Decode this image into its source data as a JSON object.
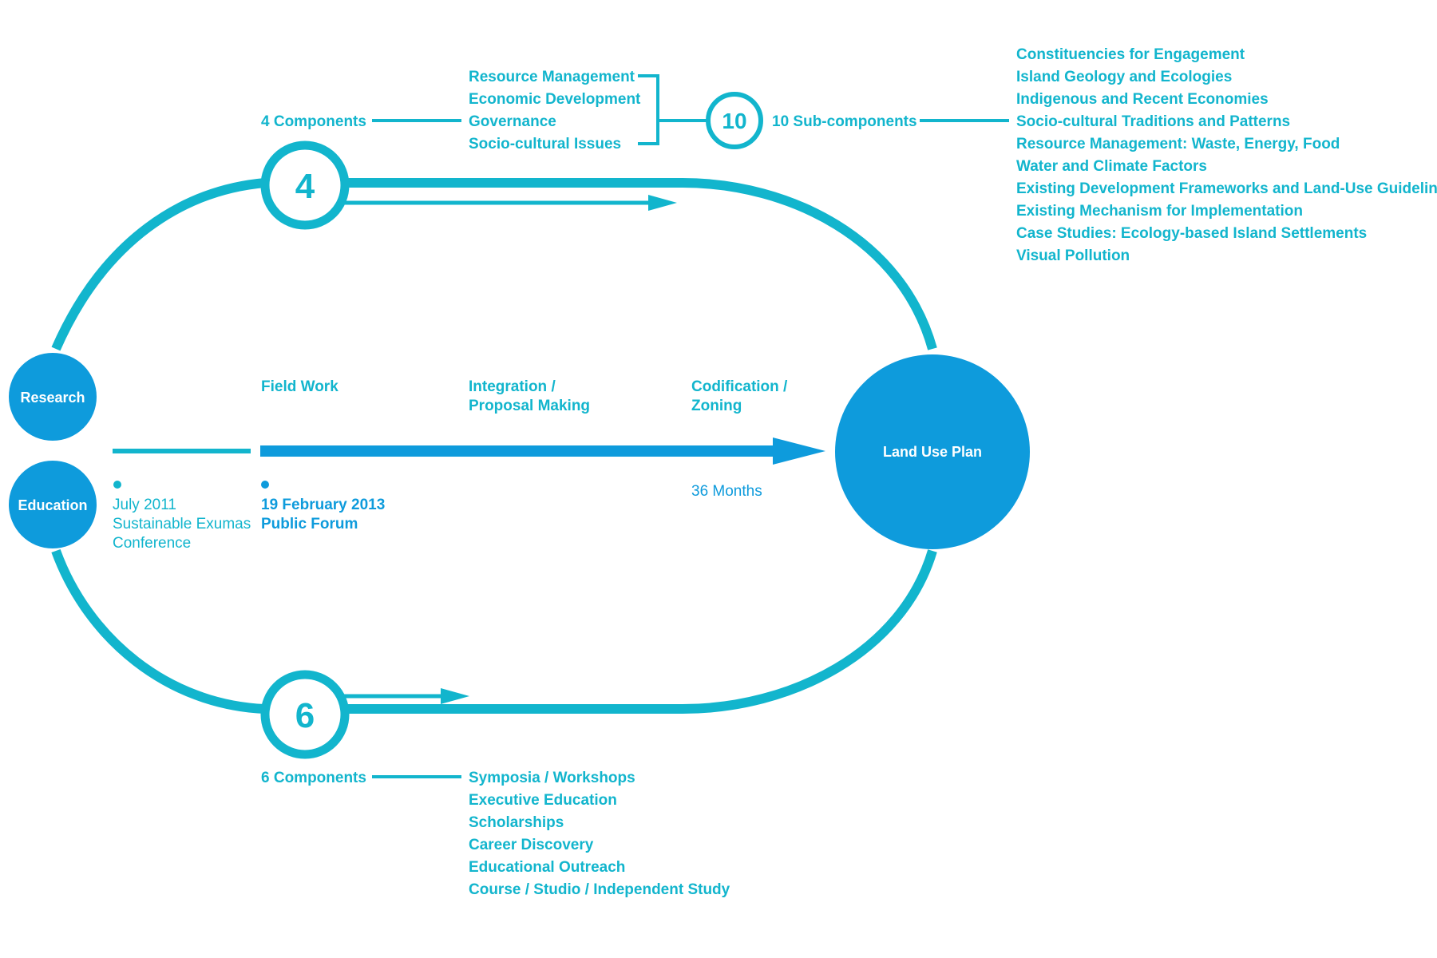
{
  "colors": {
    "cyan": "#12b5cd",
    "blue": "#0e9bdc",
    "white": "#ffffff"
  },
  "nodes": {
    "research": "Research",
    "education": "Education",
    "land_use_plan": "Land Use Plan"
  },
  "research_track": {
    "count": "4",
    "components_label": "4 Components",
    "components": [
      "Resource Management",
      "Economic Development",
      "Governance",
      "Socio-cultural Issues"
    ],
    "sub_count": "10",
    "sub_label": "10 Sub-components",
    "sub_components": [
      "Constituencies for Engagement",
      "Island Geology and Ecologies",
      "Indigenous and Recent Economies",
      "Socio-cultural Traditions and Patterns",
      "Resource Management: Waste, Energy, Food",
      "Water and Climate Factors",
      "Existing Development Frameworks and Land-Use Guidelines",
      "Existing Mechanism for Implementation",
      "Case Studies: Ecology-based Island Settlements",
      "Visual Pollution"
    ]
  },
  "education_track": {
    "count": "6",
    "components_label": "6 Components",
    "components": [
      "Symposia / Workshops",
      "Executive Education",
      "Scholarships",
      "Career Discovery",
      "Educational Outreach",
      "Course / Studio / Independent Study"
    ]
  },
  "timeline": {
    "phases": [
      {
        "line1": "Field Work",
        "line2": ""
      },
      {
        "line1": "Integration /",
        "line2": "Proposal Making"
      },
      {
        "line1": "Codification /",
        "line2": "Zoning"
      }
    ],
    "start": {
      "line1": "July 2011",
      "line2": "Sustainable Exumas",
      "line3": "Conference"
    },
    "forum": {
      "line1": "19 February 2013",
      "line2": "Public Forum"
    },
    "duration": "36 Months"
  }
}
